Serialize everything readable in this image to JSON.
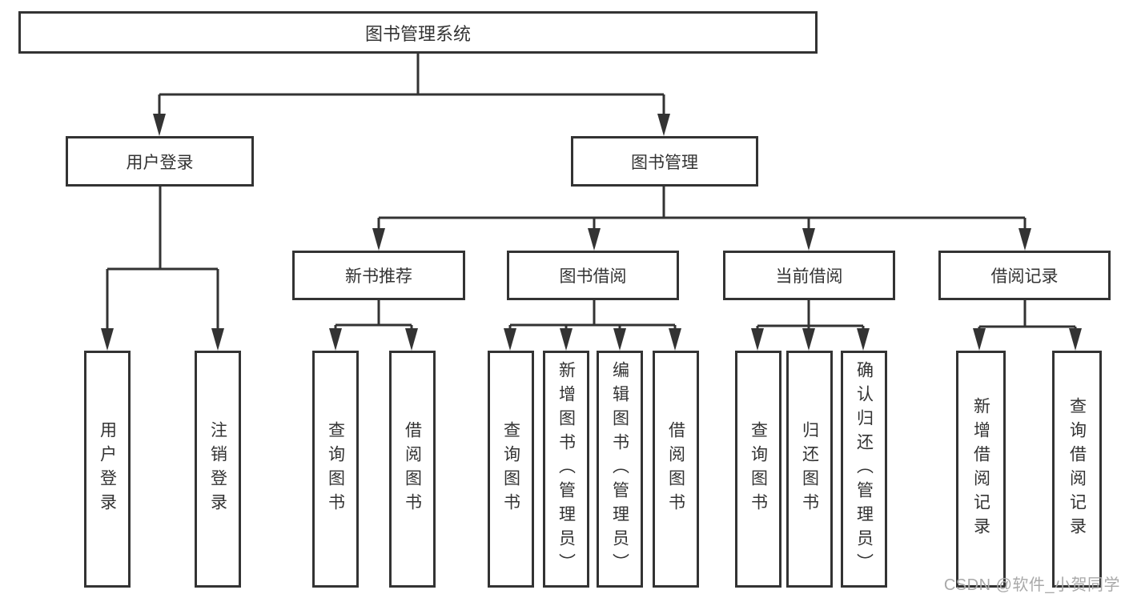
{
  "diagram": {
    "root": "图书管理系统",
    "level2": {
      "user_login": "用户登录",
      "book_mgmt": "图书管理"
    },
    "level3": {
      "new_books": "新书推荐",
      "borrowing": "图书借阅",
      "current": "当前借阅",
      "records": "借阅记录"
    },
    "leaves": {
      "login": [
        "用户登录",
        "注销登录"
      ],
      "new_books": [
        "查询图书",
        "借阅图书"
      ],
      "borrowing": [
        "查询图书",
        "新增图书（管理员）",
        "编辑图书（管理员）",
        "借阅图书"
      ],
      "current": [
        "查询图书",
        "归还图书",
        "确认归还（管理员）"
      ],
      "records": [
        "新增借阅记录",
        "查询借阅记录"
      ]
    }
  },
  "watermark": "CSDN @软件_小贺同学",
  "colors": {
    "line": "#333333",
    "text": "#333333",
    "watermark": "#a9a9a9",
    "background": "#ffffff"
  }
}
